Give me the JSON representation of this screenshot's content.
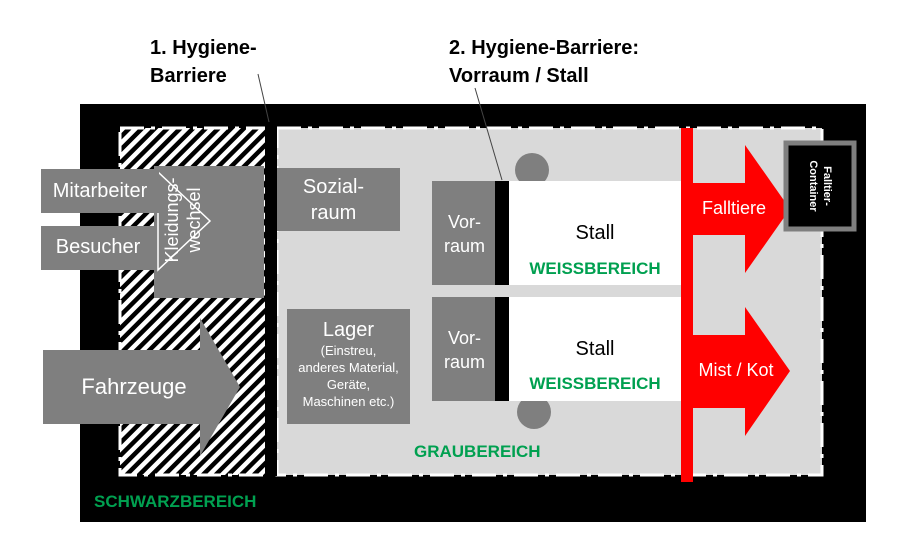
{
  "barrier1": {
    "line1": "1. Hygiene-",
    "line2": "Barriere"
  },
  "barrier2": {
    "line1": "2. Hygiene-Barriere:",
    "line2": "Vorraum / Stall"
  },
  "zones": {
    "schwarz": "SCHWARZBEREICH",
    "grau": "GRAUBEREICH",
    "weiss": "WEISSBEREICH"
  },
  "entrances": {
    "mitarbeiter": "Mitarbeiter",
    "besucher": "Besucher",
    "fahrzeuge": "Fahrzeuge"
  },
  "rooms": {
    "kleidungswechsel": {
      "line1": "Kleidungs-",
      "line2": "wechsel"
    },
    "sozialraum": {
      "line1": "Sozial-",
      "line2": "raum"
    },
    "lager": {
      "title": "Lager",
      "line1": "(Einstreu,",
      "line2": "anderes Material,",
      "line3": "Geräte,",
      "line4": "Maschinen etc.)"
    },
    "vorraum": {
      "line1": "Vor-",
      "line2": "raum"
    },
    "stall": "Stall"
  },
  "exits": {
    "falltiere": "Falltiere",
    "mist": "Mist / Kot",
    "container": {
      "line1": "Falltier-",
      "line2": "Container"
    }
  },
  "colors": {
    "black": "#000000",
    "gray_zone": "#d9d9d9",
    "box_gray": "#7f7f7f",
    "red": "#ff0000",
    "green": "#00a050"
  }
}
